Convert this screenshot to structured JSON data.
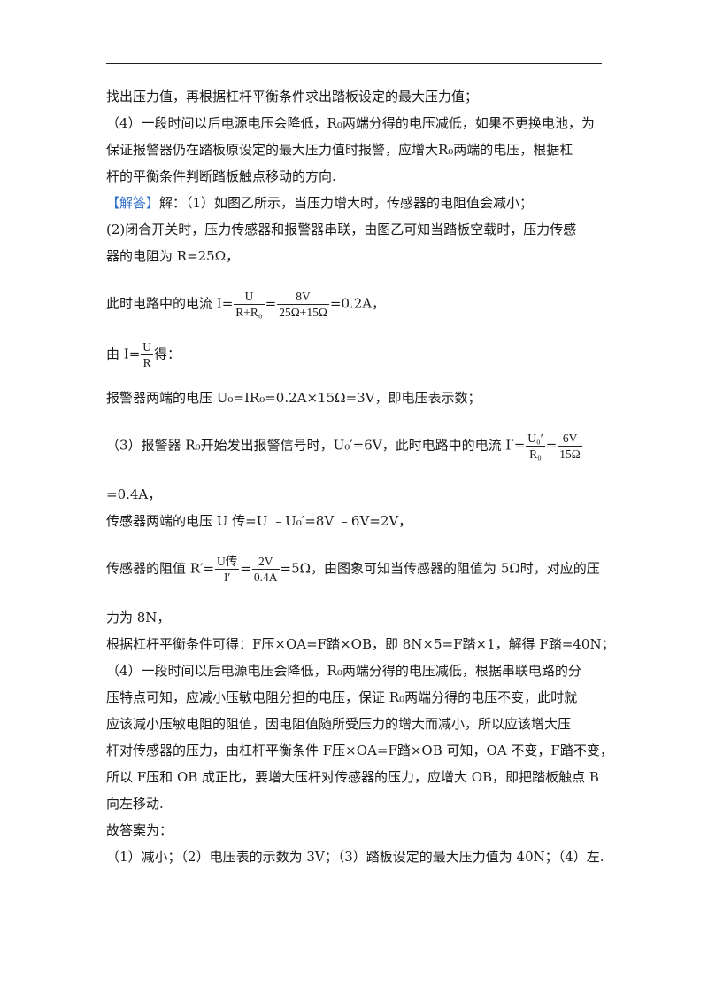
{
  "lines": {
    "l1": "找出压力值，再根据杠杆平衡条件求出踏板设定的最大压力值；",
    "l2": "（4）一段时间以后电源电压会降低，R₀两端分得的电压减低，如果不更换电池，为",
    "l3": "保证报警器仍在踏板原设定的最大压力值时报警，应增大R₀两端的电压，根据杠",
    "l4": "杆的平衡条件判断踏板触点移动的方向.",
    "l5_tag": "【解答】",
    "l5_rest": "解：（1）如图乙所示，当压力增大时，传感器的电阻值会减小；",
    "l6": "(2)闭合开关时，压力传感器和报警器串联，由图乙可知当踏板空载时，压力传感",
    "l7": "器的电阻为 R=25Ω，",
    "l8_pre": "此时电路中的电流 I=",
    "l8_f1_num": "U",
    "l8_f1_den": "R+R₀",
    "l8_eq": "=",
    "l8_f2_num": "8V",
    "l8_f2_den": "25Ω+15Ω",
    "l8_post": "=0.2A，",
    "l9_pre": "由 I=",
    "l9_f_num": "U",
    "l9_f_den": "R",
    "l9_post": "得：",
    "l10": "报警器两端的电压 U₀=IR₀=0.2A×15Ω=3V，即电压表示数；",
    "l11_pre": "（3）报警器 R₀开始发出报警信号时，U₀′=6V，此时电路中的电流 I′=",
    "l11_f1_num": "U₀′",
    "l11_f1_den": "R₀",
    "l11_eq": "=",
    "l11_f2_num": "6V",
    "l11_f2_den": "15Ω",
    "l12": "=0.4A，",
    "l13": "传感器两端的电压 U 传=U ﹣U₀′=8V ﹣6V=2V，",
    "l14_pre": "传感器的阻值 R′=",
    "l14_f1_num": "U传",
    "l14_f1_den": "I′",
    "l14_eq": "=",
    "l14_f2_num": "2V",
    "l14_f2_den": "0.4A",
    "l14_post": "=5Ω，由图象可知当传感器的阻值为 5Ω时，对应的压",
    "l15": "力为 8N，",
    "l16": "根据杠杆平衡条件可得：F压×OA=F踏×OB，即 8N×5=F踏×1，解得 F踏=40N；",
    "l17": "（4）一段时间以后电源电压会降低，R₀两端分得的电压减低，根据串联电路的分",
    "l18": "压特点可知，应减小压敏电阻分担的电压，保证 R₀两端分得的电压不变，此时就",
    "l19": "应该减小压敏电阻的阻值，因电阻值随所受压力的增大而减小，所以应该增大压",
    "l20": "杆对传感器的压力，由杠杆平衡条件 F压×OA=F踏×OB 可知，OA 不变，F踏不变，",
    "l21": "所以 F压和 OB 成正比，要增大压杆对传感器的压力，应增大 OB，即把踏板触点 B",
    "l22": "向左移动.",
    "l23": "故答案为：",
    "l24": "（1）减小；（2）电压表的示数为 3V；（3）踏板设定的最大压力值为 40N；（4）左."
  }
}
